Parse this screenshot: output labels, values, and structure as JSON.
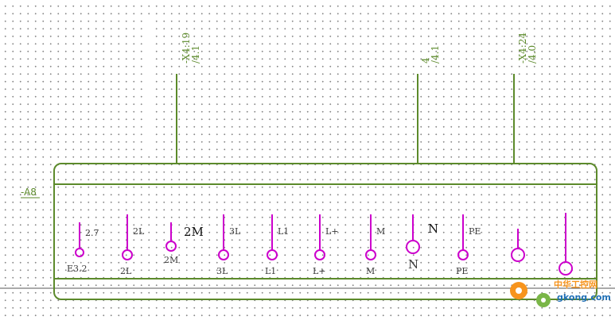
{
  "colors": {
    "wire": "#5c8a2b",
    "pin": "#cc00cc",
    "text": "#3a3a3a",
    "label_green": "#5c8a2b",
    "watermark_orange": "#f7941d",
    "watermark_blue": "#1f6fb5"
  },
  "device": {
    "tag": "-A8"
  },
  "crossrefs": [
    {
      "line1": "-X4:19",
      "line2": "/4.1"
    },
    {
      "line1": "4",
      "line2": "/4.1"
    },
    {
      "line1": "-X4:24",
      "line2": "/4.0"
    }
  ],
  "pins": [
    {
      "upper": "2.7",
      "lower": "E3.2",
      "ring": "small"
    },
    {
      "upper": "2L",
      "lower": "2L",
      "ring": "medium"
    },
    {
      "upper": "2M",
      "lower": "2M",
      "ring": "small"
    },
    {
      "upper": "3L",
      "lower": "3L",
      "ring": "medium"
    },
    {
      "upper": "L1",
      "lower": "L1",
      "ring": "medium"
    },
    {
      "upper": "L+",
      "lower": "L+",
      "ring": "medium"
    },
    {
      "upper": "M",
      "lower": "M",
      "ring": "medium"
    },
    {
      "upper": "N",
      "lower": "N",
      "ring": "large"
    },
    {
      "upper": "PE",
      "lower": "PE",
      "ring": "medium"
    },
    {
      "upper": "",
      "lower": "",
      "ring": "large"
    },
    {
      "upper": "",
      "lower": "",
      "ring": "large"
    }
  ],
  "watermark": {
    "brand": "中华工控网",
    "site": "gkong.com"
  }
}
